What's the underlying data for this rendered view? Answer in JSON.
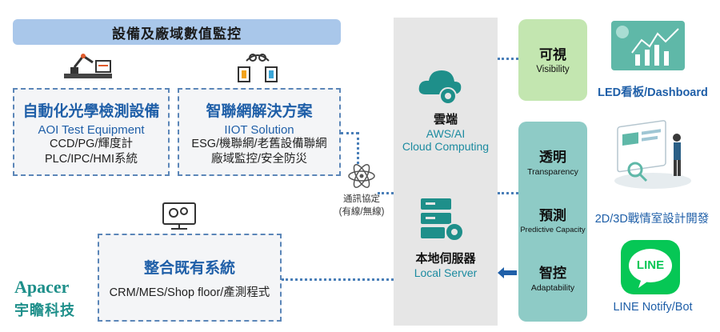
{
  "header": {
    "title": "設備及廠域數值監控"
  },
  "box_aoi": {
    "title": "自動化光學檢測設備",
    "subtitle": "AOI Test Equipment",
    "line1": "CCD/PG/輝度計",
    "line2": "PLC/IPC/HMI系統"
  },
  "box_iiot": {
    "title": "智聯網解決方案",
    "subtitle": "IIOT Solution",
    "line1": "ESG/機聯網/老舊設備聯網",
    "line2": "廠域監控/安全防災"
  },
  "box_integrate": {
    "title": "整合既有系統",
    "line1": "CRM/MES/Shop floor/產測程式"
  },
  "protocol": {
    "line1": "通訊協定",
    "line2": "(有線/無線)"
  },
  "cloud": {
    "title": "雲端",
    "line1": "AWS/AI",
    "line2": "Cloud Computing"
  },
  "server": {
    "title": "本地伺服器",
    "subtitle": "Local Server"
  },
  "visibility": {
    "title": "可視",
    "subtitle": "Visibility"
  },
  "transparency": {
    "title": "透明",
    "subtitle": "Transparency"
  },
  "predictive": {
    "title": "預測",
    "subtitle": "Predictive Capacity"
  },
  "adaptability": {
    "title": "智控",
    "subtitle": "Adaptability"
  },
  "right_labels": {
    "dashboard": "LED看板/Dashboard",
    "warroom": "2D/3D戰情室設計開發",
    "line_notify": "LINE Notify/Bot"
  },
  "line_logo": {
    "text": "LINE"
  },
  "brand": {
    "name": "Apacer",
    "cn": "宇瞻科技"
  },
  "colors": {
    "accent_blue": "#1f5fa8",
    "teal": "#1c8ba0",
    "line_green": "#06c755"
  }
}
